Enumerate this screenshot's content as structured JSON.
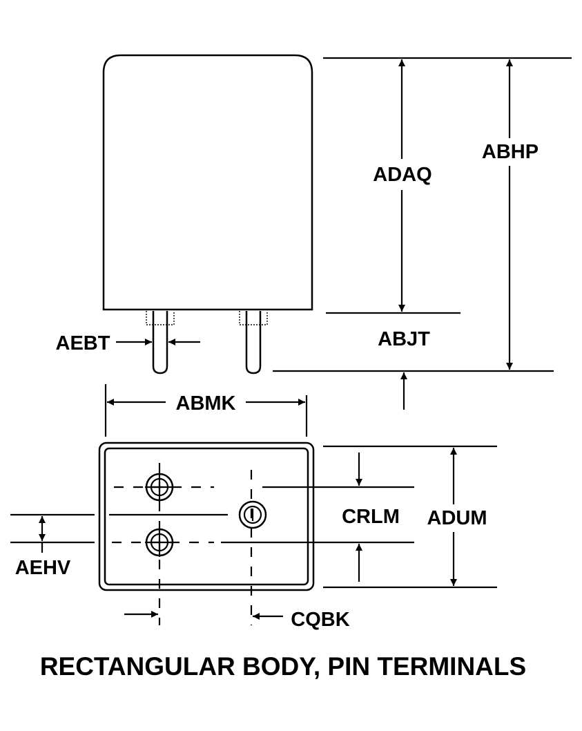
{
  "labels": {
    "adaq": "ADAQ",
    "abhp": "ABHP",
    "abjt": "ABJT",
    "aebt": "AEBT",
    "abmk": "ABMK",
    "crlm": "CRLM",
    "adum": "ADUM",
    "aehv": "AEHV",
    "cqbk": "CQBK"
  },
  "caption": "RECTANGULAR BODY, PIN TERMINALS",
  "colors": {
    "ink": "#000000",
    "paper": "#ffffff"
  }
}
